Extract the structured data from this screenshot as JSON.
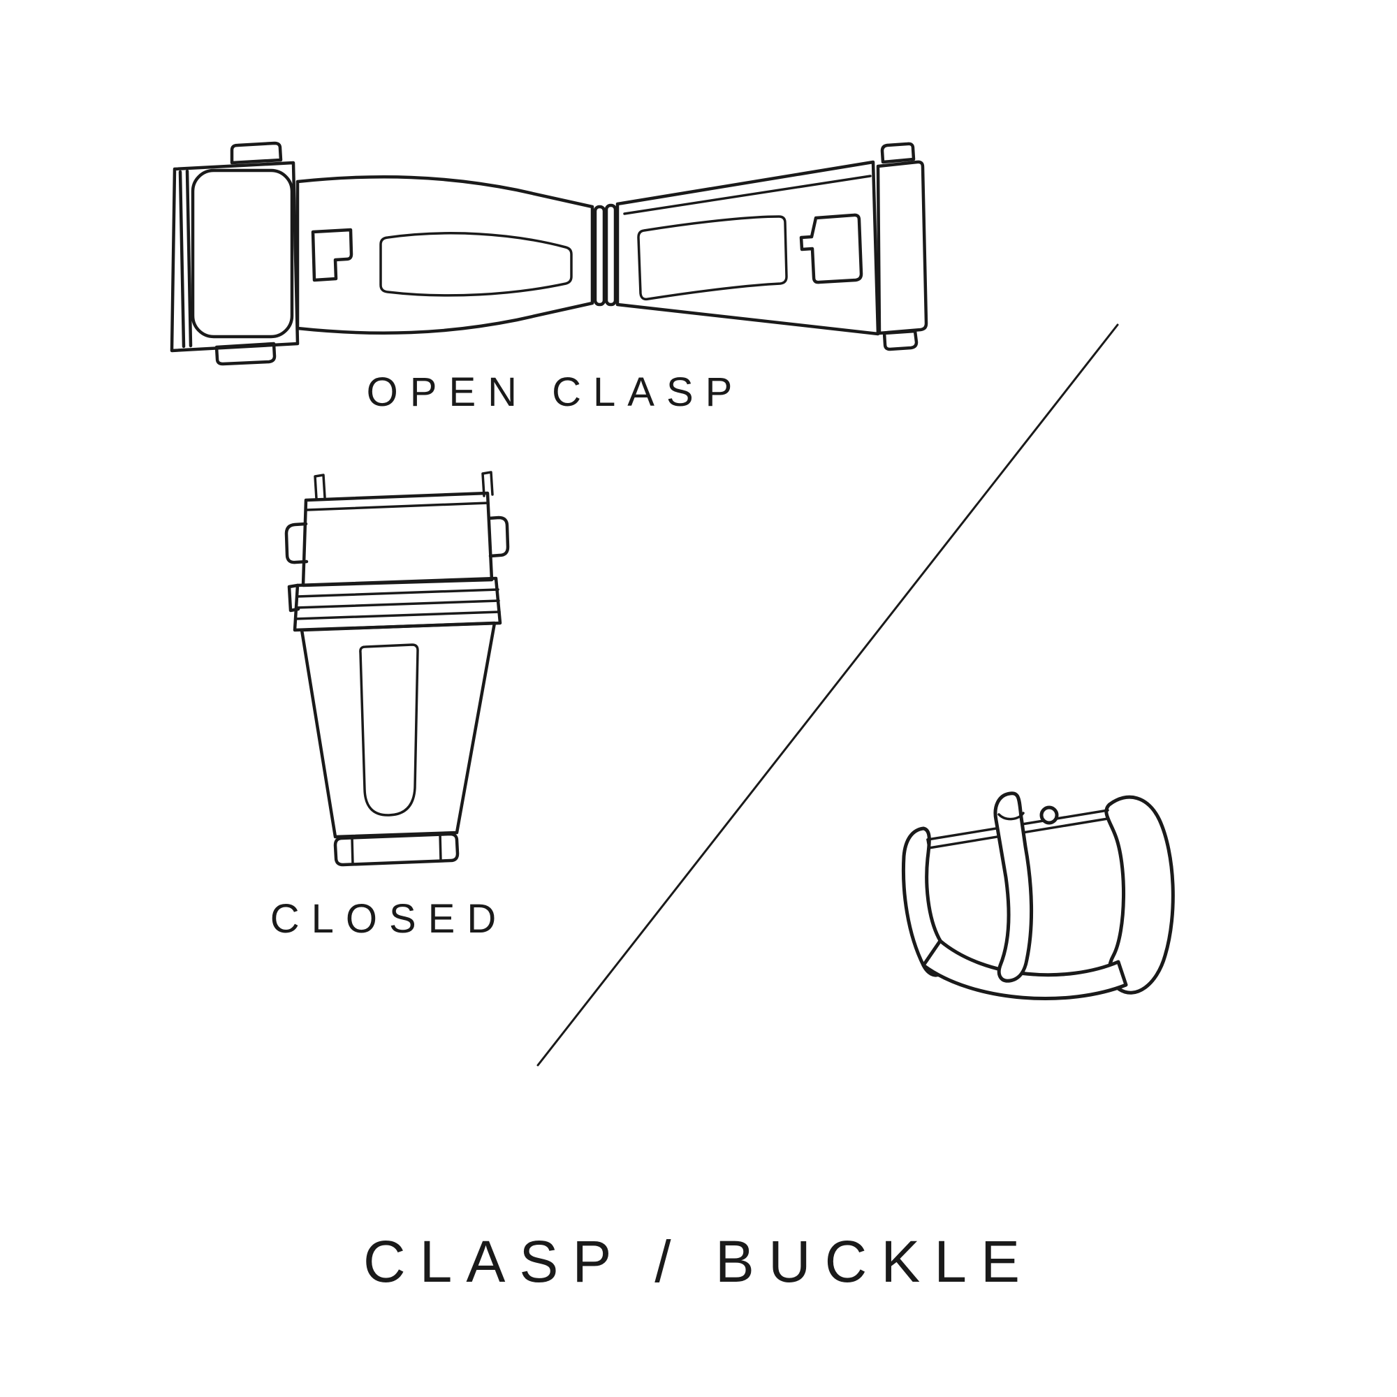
{
  "diagram": {
    "title": "CLASP / BUCKLE",
    "labels": {
      "open_clasp": "OPEN CLASP",
      "closed": "CLOSED"
    },
    "illustrations": {
      "open_clasp": "open-clasp-drawing",
      "closed_clasp": "closed-clasp-drawing",
      "buckle": "buckle-drawing",
      "divider": "diagonal-divider-line"
    },
    "colors": {
      "ink": "#1a1a1a",
      "background": "#ffffff"
    }
  }
}
